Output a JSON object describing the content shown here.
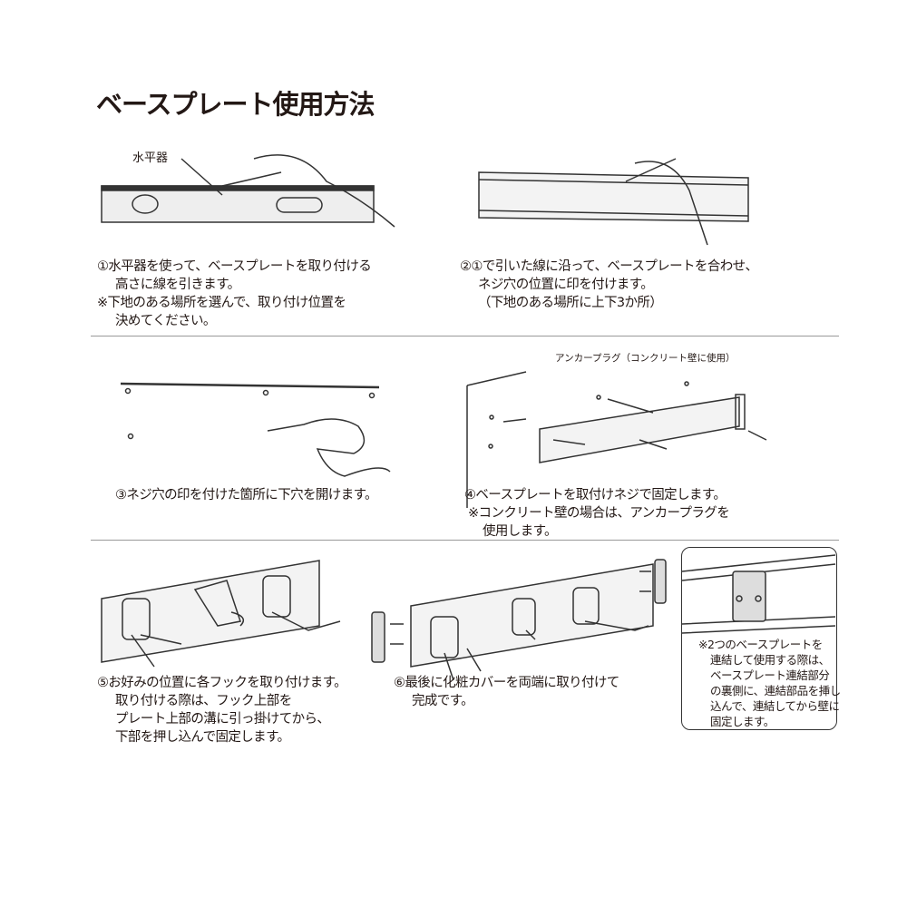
{
  "title": "ベースプレート使用方法",
  "steps": [
    {
      "lines": [
        "①水平器を使って、ベースプレートを取り付ける",
        "高さに線を引きます。",
        "※下地のある場所を選んで、取り付け位置を",
        "決めてください。"
      ],
      "label": "水平器"
    },
    {
      "lines": [
        "②①で引いた線に沿って、ベースプレートを合わせ、",
        "ネジ穴の位置に印を付けます。",
        "（下地のある場所に上下3か所）"
      ]
    },
    {
      "lines": [
        "③ネジ穴の印を付けた箇所に下穴を開けます。"
      ]
    },
    {
      "lines": [
        "④ベースプレートを取付けネジで固定します。",
        "※コンクリート壁の場合は、アンカープラグを",
        "使用します。"
      ],
      "label": "アンカープラグ（コンクリート壁に使用）"
    },
    {
      "lines": [
        "⑤お好みの位置に各フックを取り付けます。",
        "取り付ける際は、フック上部を",
        "プレート上部の溝に引っ掛けてから、",
        "下部を押し込んで固定します。"
      ]
    },
    {
      "lines": [
        "⑥最後に化粧カバーを両端に取り付けて",
        "完成です。"
      ]
    }
  ],
  "note": {
    "lines": [
      "※2つのベースプレートを",
      "連結して使用する際は、",
      "ベースプレート連結部分",
      "の裏側に、連結部品を挿し",
      "込んで、連結してから壁に",
      "固定します。"
    ]
  }
}
